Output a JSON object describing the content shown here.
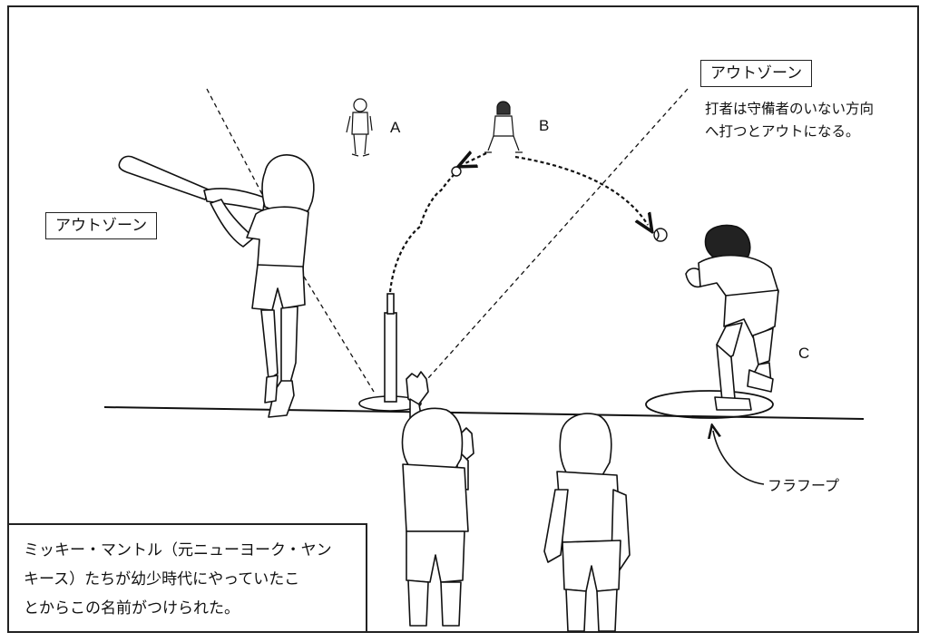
{
  "labels": {
    "outzone_left": "アウトゾーン",
    "outzone_right": "アウトゾーン",
    "rule_line1": "打者は守備者のいない方向",
    "rule_line2": "へ打つとアウトになる。",
    "hula_hoop": "フラフープ",
    "fielder_a": "A",
    "fielder_b": "B",
    "fielder_c": "C"
  },
  "note": {
    "line1": "ミッキー・マントル（元ニューヨーク・ヤン",
    "line2": "キース）たちが幼少時代にやっていたこ",
    "line3": "とからこの名前がつけられた。"
  }
}
